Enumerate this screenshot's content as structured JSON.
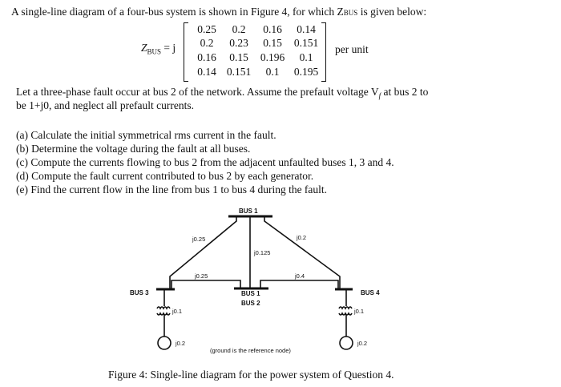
{
  "problem": {
    "intro": "A single-line diagram of a four-bus system is shown in Figure 4, for which Z",
    "intro_sub": "BUS",
    "intro_end": " is given below:",
    "zbus_label": "Z",
    "zbus_sub": "BUS",
    "zbus_eq": " = j",
    "matrix": [
      [
        "0.25",
        "0.2",
        "0.16",
        "0.14"
      ],
      [
        "0.2",
        "0.23",
        "0.15",
        "0.151"
      ],
      [
        "0.16",
        "0.15",
        "0.196",
        "0.1"
      ],
      [
        "0.14",
        "0.151",
        "0.1",
        "0.195"
      ]
    ],
    "matrix_unit": "per unit",
    "para_line1": "Let a three-phase fault occur at bus 2 of the network. Assume the prefault voltage V",
    "para_line1_sub": "f",
    "para_line1_end": " at bus 2 to",
    "para_line2": "be 1+j0, and neglect all prefault currents.",
    "questions": [
      "(a) Calculate the initial symmetrical rms current in the fault.",
      "(b) Determine the voltage during the fault at all buses.",
      "(c) Compute the currents flowing to bus 2 from the adjacent unfaulted buses 1, 3 and 4.",
      "(d) Compute the fault current contributed to bus 2 by each generator.",
      "(e) Find the current flow in the line from bus 1 to bus 4 during the fault."
    ]
  },
  "diagram": {
    "bus1": "BUS 1",
    "bus2_line1": "BUS 1",
    "bus2_line2": "BUS 2",
    "bus3": "BUS 3",
    "bus4": "BUS 4",
    "z_bus1_bus3": "j0.25",
    "z_bus1_bus4": "j0.2",
    "z_bus1_bus2": "j0.125",
    "z_bus3_bus2": "j0.25",
    "z_bus2_bus4": "j0.4",
    "z_tx3": "j0.1",
    "z_tx4": "j0.1",
    "z_gen3": "j0.2",
    "z_gen4": "j0.2",
    "ground_note": "(ground is the reference node)"
  },
  "caption": "Figure 4: Single-line diagram for the power system of Question 4."
}
